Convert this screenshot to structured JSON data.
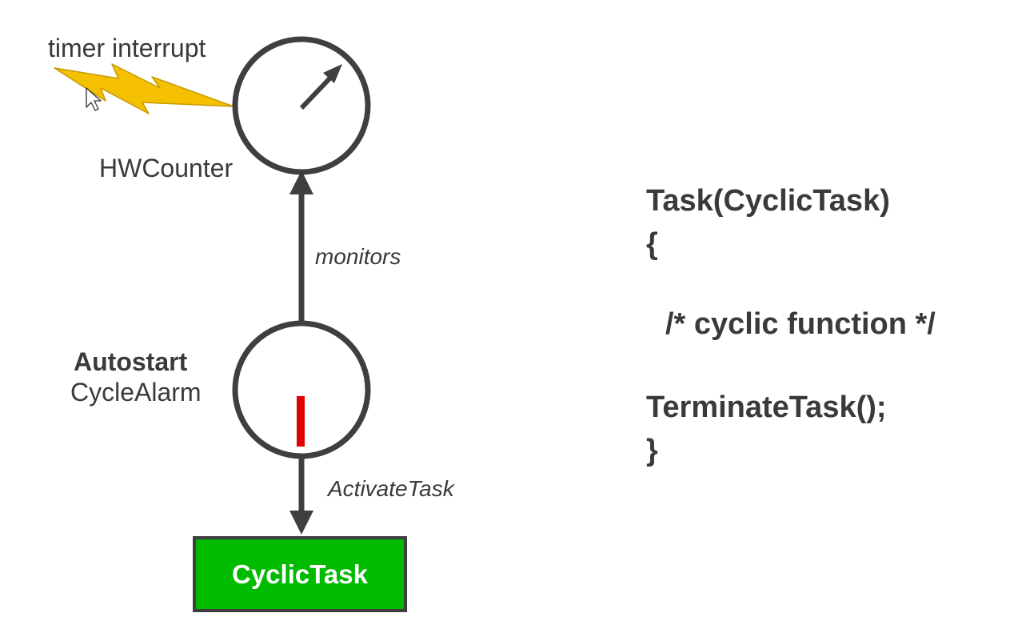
{
  "labels": {
    "timer_interrupt": "timer interrupt",
    "hwcounter": "HWCounter",
    "monitors": "monitors",
    "autostart": "Autostart",
    "cycle_alarm": "CycleAlarm",
    "activate_task": "ActivateTask",
    "cyclic_task": "CyclicTask"
  },
  "code": {
    "header": "Task(CyclicTask)",
    "open_brace": "{",
    "comment": "/* cyclic function */",
    "terminate": "TerminateTask();",
    "close_brace": "}"
  },
  "colors": {
    "stroke": "#3f3f3f",
    "lightning": "#f5c000",
    "alarm_marker": "#e00000",
    "task_fill": "#00bb00",
    "task_text": "#ffffff"
  },
  "icons": {
    "lightning": "lightning-bolt-icon",
    "cursor": "mouse-pointer-icon"
  }
}
